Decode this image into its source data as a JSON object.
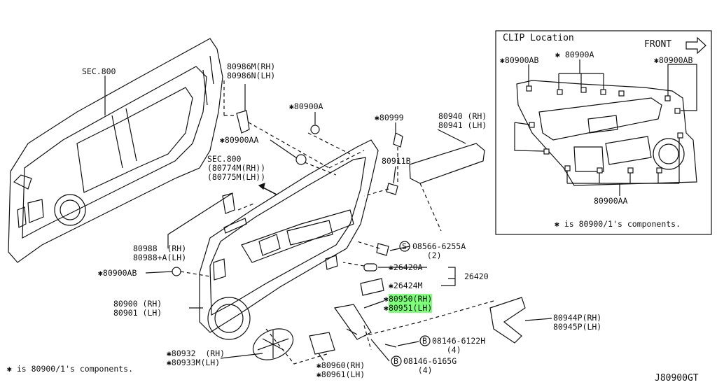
{
  "clip_box": {
    "title": "CLIP Location",
    "front": "FRONT",
    "l_ab_left": "✱80900AB",
    "l_a_top": "✱ 80900A",
    "l_ab_right": "✱80900AB",
    "l_aa_bottom": "80900AA",
    "footnote": "✱ is 80900/1's components."
  },
  "labels": {
    "sec800_top": "SEC.800",
    "p80986": "80986M(RH)\n80986N(LH)",
    "p80900a": "✱80900A",
    "p80900aa": "✱80900AA",
    "p80999": "✱80999",
    "p80911b": "80911B",
    "p80940": "80940 (RH)\n80941 (LH)",
    "sec800_mid": "SEC.800\n(80774M(RH))\n(80775M(LH))",
    "p80988": "80988  (RH)\n80988+A(LH)",
    "p80900ab": "✱80900AB",
    "p80900": "80900 (RH)\n80901 (LH)",
    "p08566": "08566-6255A\n   (2)",
    "p26420a": "✱26420A",
    "p26424m": "✱26424M",
    "p26420": "26420",
    "p80950": "80950(RH)",
    "p80951": "80951(LH)",
    "p80944": "80944P(RH)\n80945P(LH)",
    "p08146_6122h": "08146-6122H\n   (4)",
    "p08146_6165g": "08146-6165G\n   (4)",
    "p80932": "✱80932  (RH)\n✱80933M(LH)",
    "p80960": "✱80960(RH)\n✱80961(LH)",
    "footnote": "✱ is 80900/1's components.",
    "diagram_code": "J80900GT",
    "b1": "B",
    "b2": "B",
    "s1": "S"
  }
}
